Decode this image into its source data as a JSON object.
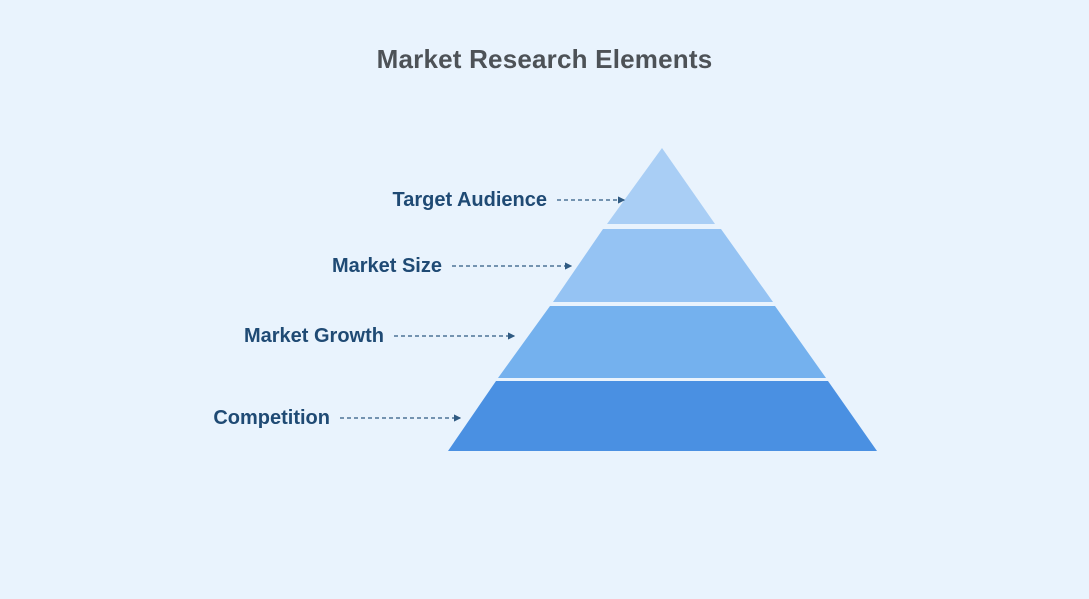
{
  "title": "Market Research Elements",
  "colors": {
    "background": "#e9f3fd",
    "title": "#4d5257",
    "label": "#1f4a74",
    "connector": "#2f5a82"
  },
  "tiers": [
    {
      "label": "Target Audience",
      "color": "#a9cef5"
    },
    {
      "label": "Market Size",
      "color": "#95c3f3"
    },
    {
      "label": "Market Growth",
      "color": "#74b1ee"
    },
    {
      "label": "Competition",
      "color": "#4a90e2"
    }
  ]
}
